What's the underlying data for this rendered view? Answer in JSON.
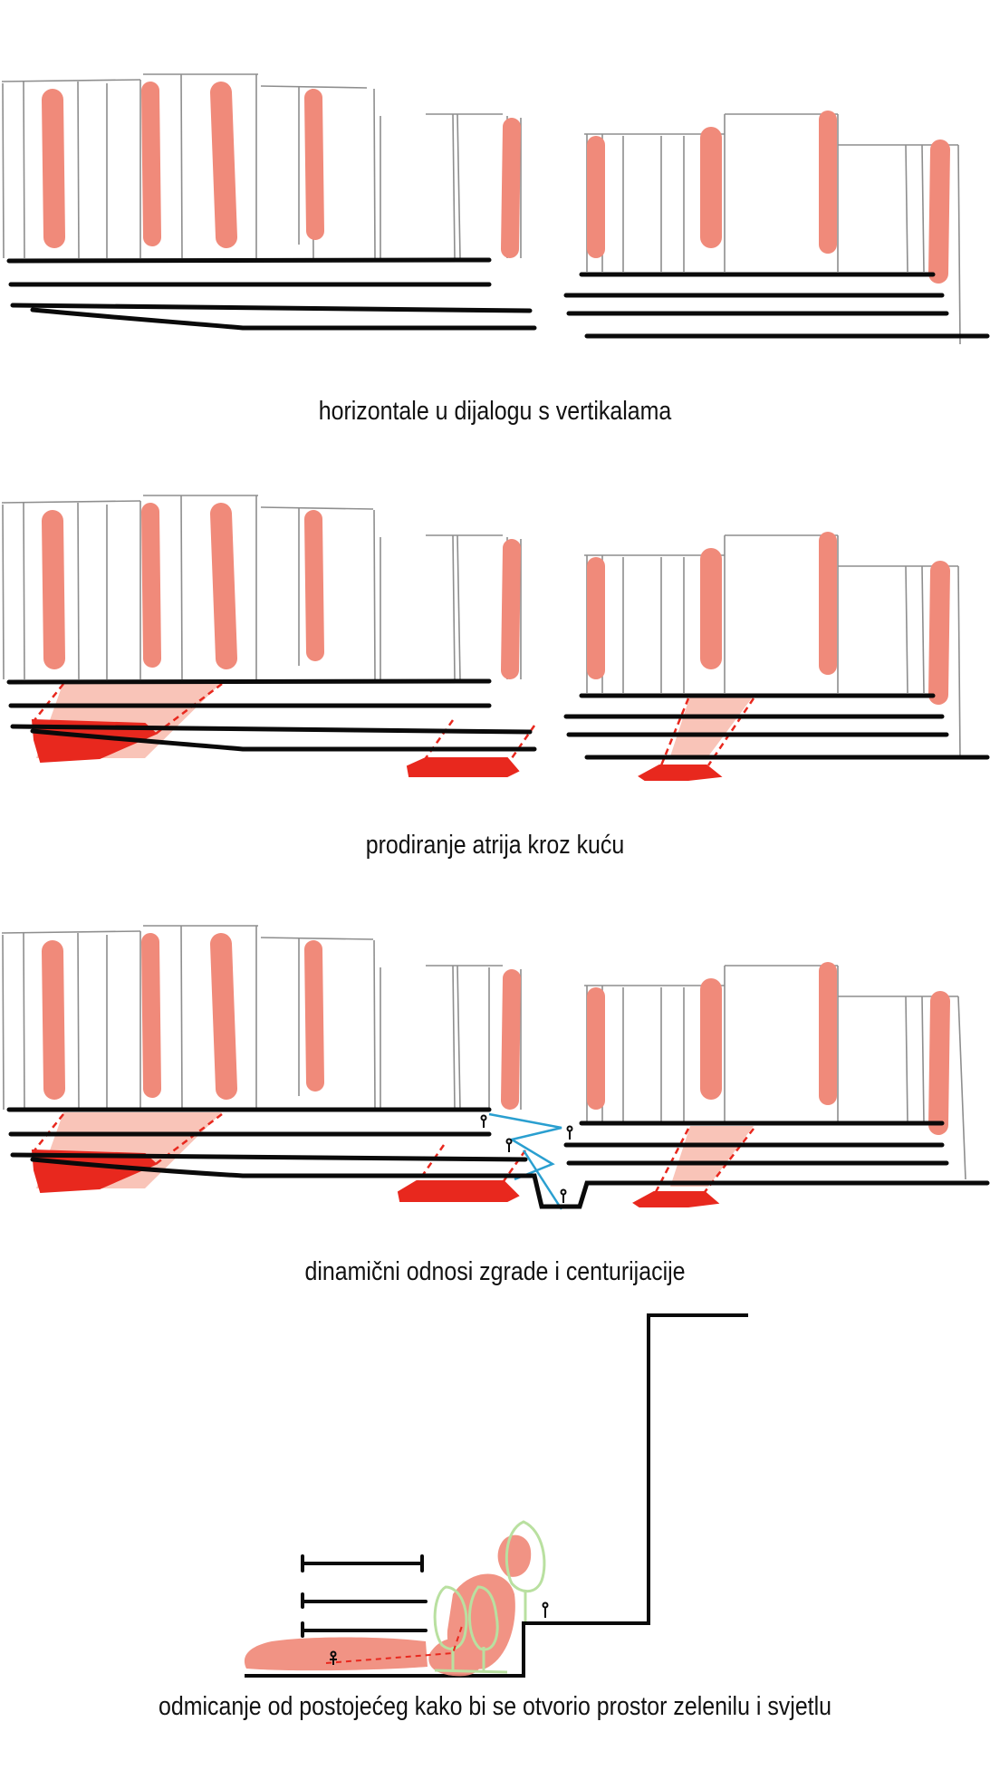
{
  "colors": {
    "ink": "#0a0a0a",
    "pencil": "#8e8e8e",
    "salmon": "#f08a7a",
    "salmon_light": "#f9c4b8",
    "red": "#e8281e",
    "blue": "#2a9fd0",
    "green": "#b9e0a0"
  },
  "captions": [
    "horizontale u dijalogu s vertikalama",
    "prodiranje atrija kroz kuću",
    "dinamični odnosi zgrade i centurijacije",
    "odmicanje od postojećeg kako bi se otvorio prostor zelenilu i svjetlu"
  ]
}
